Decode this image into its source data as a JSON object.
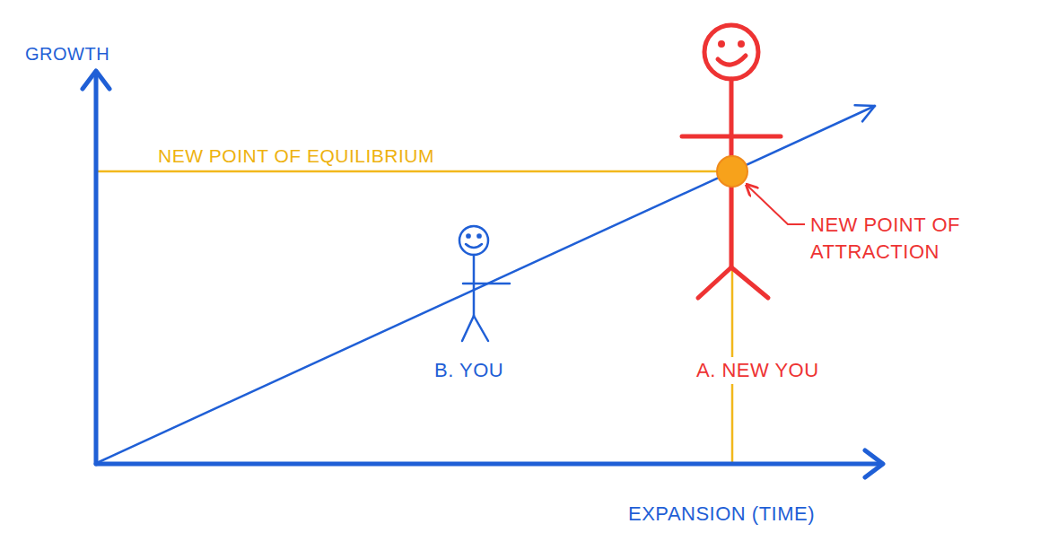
{
  "diagram": {
    "labels": [
      "GROWTH",
      "NEW POINT OF EQUILIBRIUM",
      "NEW POINT OF ATTRACTION",
      "B. YOU",
      "A. NEW YOU",
      "EXPANSION (TIME)"
    ]
  }
}
